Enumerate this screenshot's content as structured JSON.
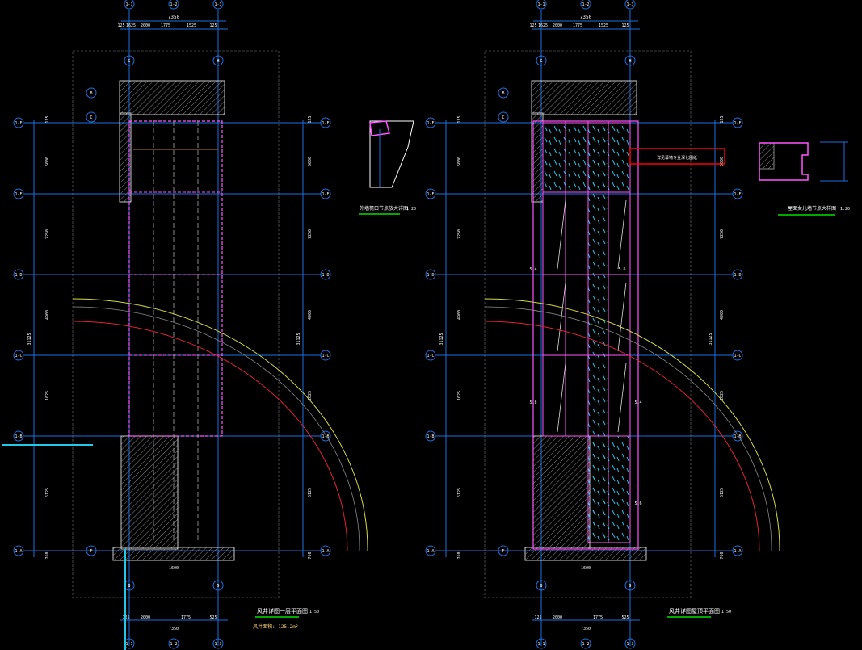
{
  "drawings": [
    {
      "title": "风井详图一层平面图",
      "scale": "1:50",
      "area_note": "风井面积: 125.2m²",
      "top_dims": [
        "125",
        "1625",
        "2000",
        "1775",
        "1525",
        "125"
      ],
      "top_total": "7350",
      "bottom_dims": [
        "125",
        "2000",
        "1775",
        "525"
      ],
      "bottom_total": "7350",
      "top_axes": [
        "1-1",
        "1-2",
        "1-3"
      ],
      "bottom_axes": [
        "1-1",
        "1-2",
        "1-3"
      ],
      "grid_axes": [
        "G",
        "H"
      ],
      "bottom_grid_axes": [
        "8",
        "9"
      ],
      "row_axes_left": [
        "B",
        "C",
        "F"
      ],
      "side_axes": [
        "1-F",
        "1-E",
        "1-D",
        "1-C",
        "1-B",
        "1-A"
      ],
      "side_dims": [
        "125",
        "5000",
        "7250",
        "4900",
        "1625",
        "6125",
        "760"
      ],
      "total_side": "31125",
      "center_dim": "1600"
    },
    {
      "title": "风井详图屋顶平面图",
      "scale": "1:50",
      "top_dims": [
        "125",
        "1625",
        "2000",
        "1775",
        "1525",
        "125"
      ],
      "top_total": "7350",
      "bottom_dims": [
        "125",
        "2000",
        "1775",
        "525"
      ],
      "bottom_total": "7350",
      "top_axes": [
        "1-1",
        "1-2",
        "1-3"
      ],
      "bottom_axes": [
        "1-1",
        "1-2",
        "1-3"
      ],
      "grid_axes": [
        "G",
        "H"
      ],
      "bottom_grid_axes": [
        "8",
        "9"
      ],
      "row_axes_left": [
        "B",
        "C",
        "F"
      ],
      "side_axes": [
        "1-F",
        "1-E",
        "1-D",
        "1-C",
        "1-B",
        "1-A"
      ],
      "side_dims": [
        "125",
        "5000",
        "7250",
        "4900",
        "1625",
        "6125",
        "760"
      ],
      "total_side": "31125",
      "center_dim": "1600"
    }
  ],
  "details": [
    {
      "title": "外墙檐口节点放大详图",
      "scale": "1:20"
    },
    {
      "title": "屋面女儿墙节点大样图",
      "scale": "1:20"
    }
  ],
  "level_marks": [
    "5.4",
    "5.6",
    "5.8"
  ],
  "callout": "详见幕墙专业深化图纸",
  "colors": {
    "grid": "#1e6fe0",
    "wall": "#c8c8c8",
    "glass": "#ff55ff",
    "arc_yellow": "#d8d84a",
    "arc_red": "#e0203a",
    "hatch_cyan": "#22c8e8",
    "title_green": "#00e000"
  }
}
